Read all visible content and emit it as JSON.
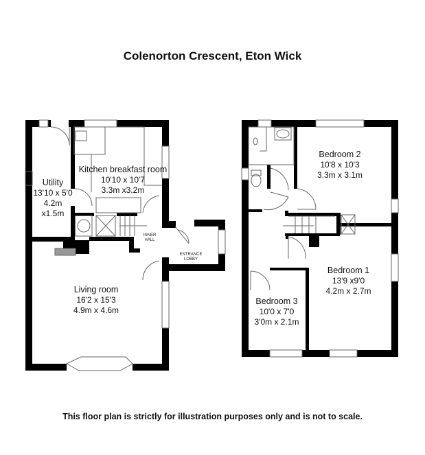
{
  "title": "Colenorton Crescent,  Eton Wick",
  "footer": "This floor plan is strictly for illustration purposes only and is not to scale.",
  "ground_floor": {
    "rooms": [
      {
        "name": "Utility",
        "imperial": "13'10 x 5'0",
        "metric": "4.2m x1.5m"
      },
      {
        "name": "Kitchen breakfast room",
        "imperial": "10'10 x 10'7",
        "metric": "3.3m x3.2m"
      },
      {
        "name": "Living room",
        "imperial": "16'2 x 15'3",
        "metric": "4.9m x 4.6m"
      }
    ],
    "inner_hall": "INNER HALL",
    "entrance_lobby": "ENTRANCE LOBBY"
  },
  "first_floor": {
    "rooms": [
      {
        "name": "Bedroom 2",
        "imperial": "10'8 x 10'3",
        "metric": "3.3m x 3.1m"
      },
      {
        "name": "Bedroom 1",
        "imperial": "13'9 x9'0",
        "metric": "4.2m x 2.7m"
      },
      {
        "name": "Bedroom 3",
        "imperial": "10'0 x 7'0",
        "metric": "3'0m x 2.1m"
      }
    ]
  }
}
